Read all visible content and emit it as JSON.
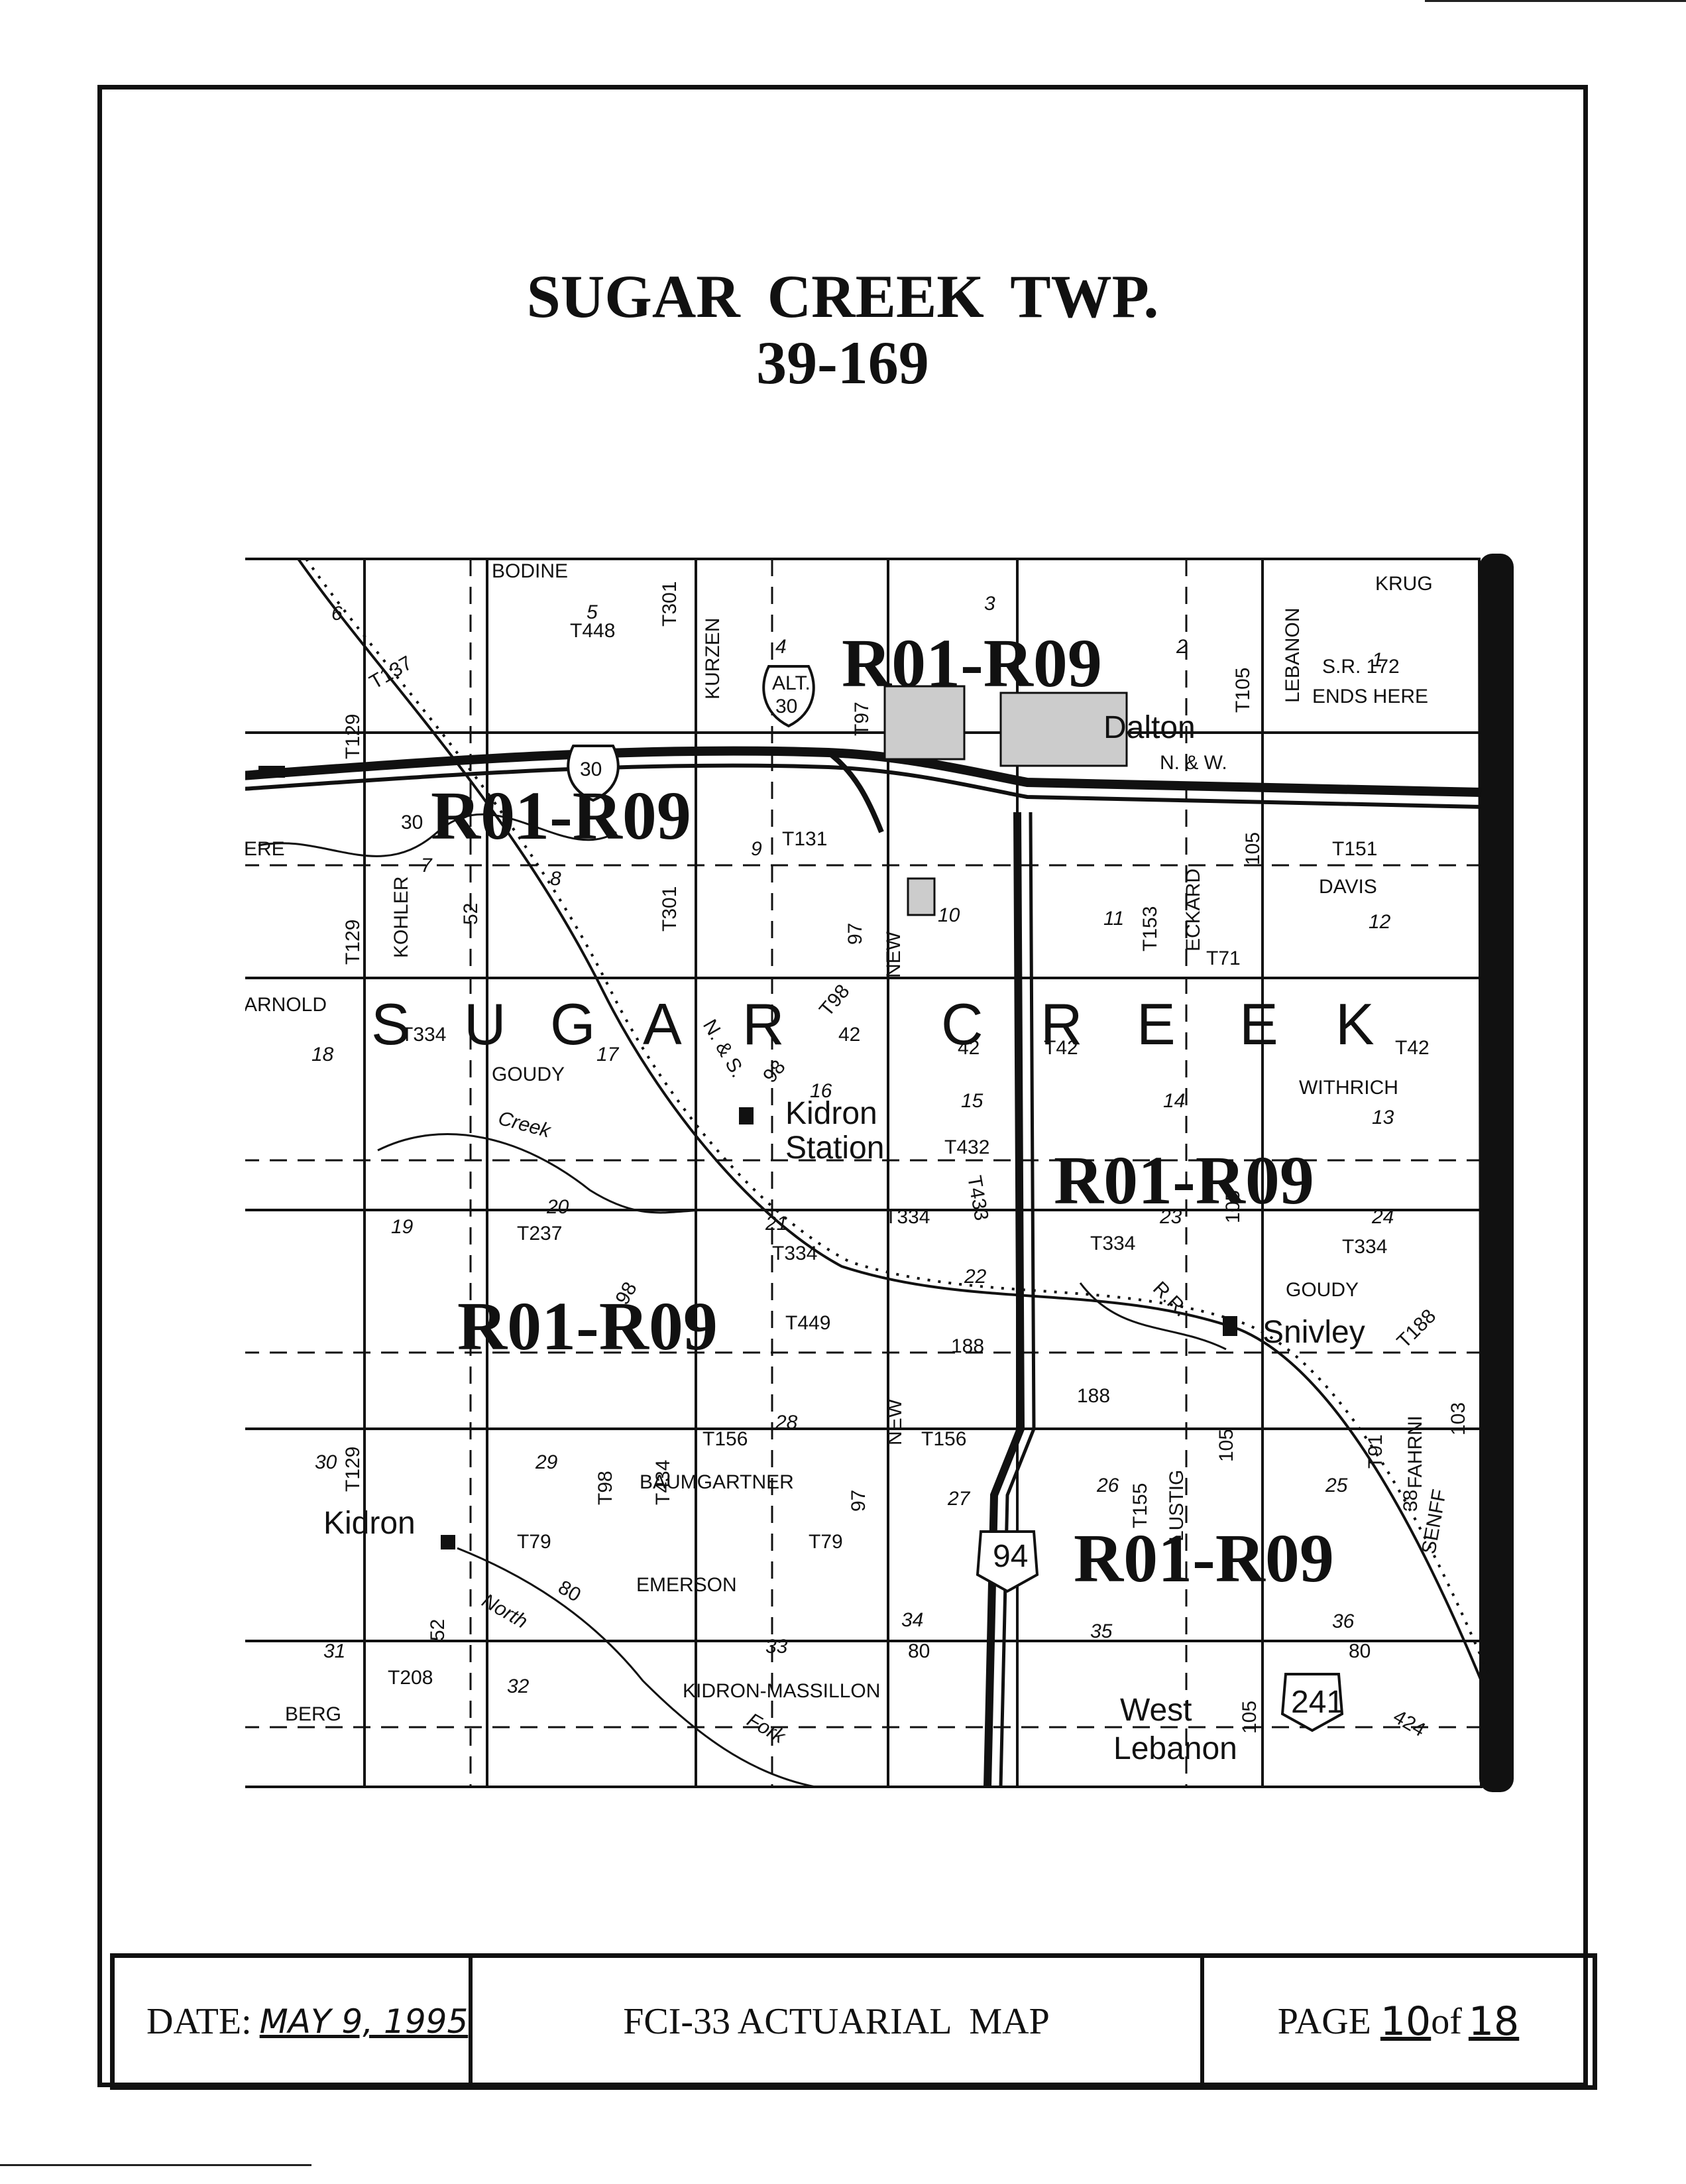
{
  "title": {
    "line1": "SUGAR CREEK TWP.",
    "line2": "39-169"
  },
  "map": {
    "zone_labels": [
      "R01-R09",
      "R01-R09",
      "R01-R09",
      "R01-R09",
      "R01-R09"
    ],
    "township_letters": [
      "S",
      "U",
      "G",
      "A",
      "R",
      "C",
      "R",
      "E",
      "E",
      "K"
    ],
    "road_labels": [
      "BODINE",
      "T301",
      "T448",
      "KURZEN",
      "T137",
      "T129",
      "ALT.",
      "30",
      "30",
      "T97",
      "T105",
      "LEBANON",
      "KRUG",
      "S.R. 172",
      "ENDS HERE",
      "N. & W.",
      "30",
      "T131",
      "KOHLER",
      "52",
      "T129",
      "T301",
      "97",
      "NEW",
      "T153",
      "ECKARD",
      "105",
      "T151",
      "DAVIS",
      "T71",
      "ERE",
      "ARNOLD",
      "T334",
      "GOUDY",
      "N. & S.",
      "98",
      "T98",
      "42",
      "42",
      "T42",
      "T42",
      "WITHRICH",
      "T432",
      "T334",
      "T433",
      "T237",
      "T334",
      "105",
      "T334",
      "T334",
      "98",
      "T449",
      "188",
      "GOUDY",
      "T188",
      "R.R.",
      "T129",
      "T98",
      "T434",
      "T156",
      "NEW",
      "T156",
      "188",
      "T91",
      "FAHRNI",
      "103",
      "BAUMGARTNER",
      "97",
      "T79",
      "T79",
      "T155",
      "LUSTIG",
      "105",
      "38",
      "SENFF",
      "94",
      "EMERSON",
      "80",
      "52",
      "T208",
      "80",
      "80",
      "BERG",
      "KIDRON-MASSILLON",
      "105",
      "241",
      "424"
    ],
    "section_numbers": [
      "6",
      "5",
      "4",
      "3",
      "2",
      "1",
      "7",
      "8",
      "9",
      "10",
      "11",
      "12",
      "18",
      "17",
      "16",
      "15",
      "14",
      "13",
      "19",
      "20",
      "21",
      "22",
      "23",
      "24",
      "30",
      "29",
      "28",
      "27",
      "26",
      "25",
      "31",
      "32",
      "33",
      "34",
      "35",
      "36"
    ],
    "place_names": [
      "Dalton",
      "Kidron",
      "Station",
      "Snivley",
      "Kidron",
      "West",
      "Lebanon"
    ],
    "water_labels": [
      "Creek",
      "North",
      "Fork"
    ]
  },
  "footer": {
    "date_label": "DATE:",
    "date_value": "MAY 9, 1995",
    "map_name": "FCI-33 ACTUARIAL  MAP",
    "page_label": "PAGE",
    "page_current": "10",
    "page_of": "of",
    "page_total": "18"
  }
}
